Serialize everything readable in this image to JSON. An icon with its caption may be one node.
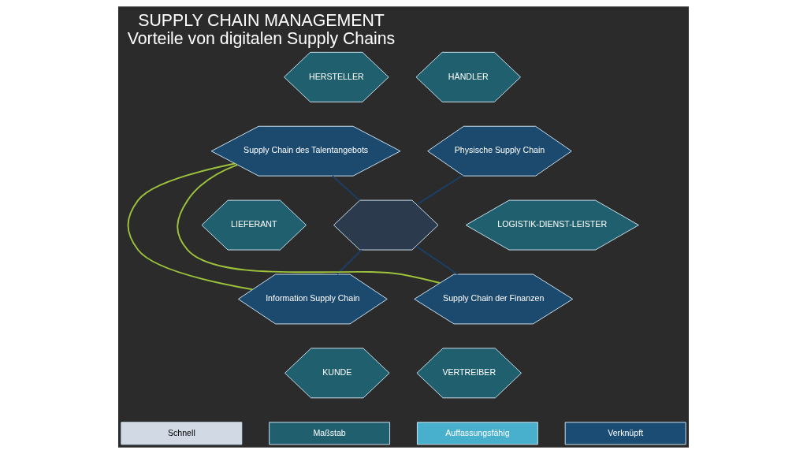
{
  "diagram": {
    "title": "SUPPLY CHAIN MANAGEMENT",
    "caption": "Vorteile von digitalen Supply Chains",
    "nodes": [
      {
        "text": [],
        "shape": "hexagon"
      },
      {
        "text": [
          "Supply Chain des Talentangebots"
        ]
      },
      {
        "text": [
          "Physische Supply Chain"
        ]
      },
      {
        "text": [
          "Information Supply Chain"
        ]
      },
      {
        "text": [
          "Supply Chain der Finanzen"
        ]
      },
      {
        "text": [
          "HERSTELLER"
        ]
      },
      {
        "text": [
          "HÄNDLER"
        ]
      },
      {
        "text": [
          "LIEFERANT"
        ]
      },
      {
        "text": [
          "LOGISTIK-DIENST-LEISTER"
        ]
      },
      {
        "text": [
          "KUNDE"
        ]
      },
      {
        "text": [
          "VERTREIBER"
        ]
      },
      {
        "text": [
          "Schnell"
        ]
      },
      {
        "text": [
          "Maßstab"
        ]
      },
      {
        "text": [
          "Auffassungsfähig"
        ]
      },
      {
        "text": [
          "Verknüpft"
        ]
      }
    ],
    "edges": [
      {
        "from": 0,
        "to": 1,
        "arrow": "none"
      },
      {
        "from": 0,
        "to": 2,
        "arrow": "none"
      },
      {
        "from": 0,
        "to": 3,
        "arrow": "none"
      },
      {
        "from": 0,
        "to": 4,
        "arrow": "none"
      },
      {
        "from": 1,
        "to": 3,
        "arrow": "none",
        "color": "#9dc23b"
      },
      {
        "from": 1,
        "to": 4,
        "arrow": "none",
        "color": "#9dc23b"
      }
    ]
  }
}
